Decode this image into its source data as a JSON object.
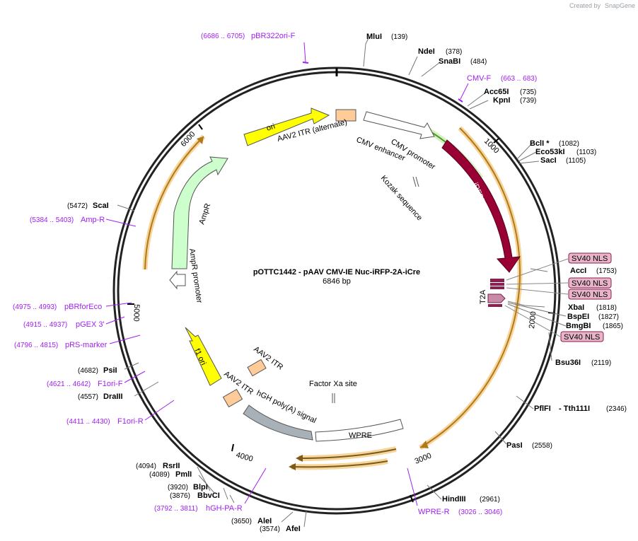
{
  "credit": "Created by",
  "credit_brand": "SnapGene",
  "plasmid": {
    "name": "pOTTC1442 - pAAV CMV-IE Nuc-iRFP-2A-iCre",
    "length": "6846 bp",
    "total_bp": 6846
  },
  "ticks": [
    {
      "label": "1000",
      "bp": 1000
    },
    {
      "label": "2000",
      "bp": 2000
    },
    {
      "label": "3000",
      "bp": 3000
    },
    {
      "label": "4000",
      "bp": 4000
    },
    {
      "label": "5000",
      "bp": 5000
    },
    {
      "label": "6000",
      "bp": 6000
    }
  ],
  "enzymes": [
    {
      "name": "MluI",
      "pos": "(139)"
    },
    {
      "name": "NdeI",
      "pos": "(378)"
    },
    {
      "name": "SnaBI",
      "pos": "(484)"
    },
    {
      "name": "Acc65I",
      "pos": "(735)"
    },
    {
      "name": "KpnI",
      "pos": "(739)"
    },
    {
      "name": "BclI *",
      "pos": "(1082)"
    },
    {
      "name": "Eco53kI",
      "pos": "(1103)"
    },
    {
      "name": "SacI",
      "pos": "(1105)"
    },
    {
      "name": "AccI",
      "pos": "(1753)"
    },
    {
      "name": "XbaI",
      "pos": "(1818)"
    },
    {
      "name": "BspEI",
      "pos": "(1827)"
    },
    {
      "name": "BmgBI",
      "pos": "(1865)"
    },
    {
      "name": "Bsu36I",
      "pos": "(2119)"
    },
    {
      "name": "PflFI",
      "pos": ""
    },
    {
      "name": "- Tth111I",
      "pos": "(2346)"
    },
    {
      "name": "PasI",
      "pos": "(2558)"
    },
    {
      "name": "HindIII",
      "pos": "(2961)"
    },
    {
      "name": "AfeI",
      "pos": "(3574)"
    },
    {
      "name": "AleI",
      "pos": "(3650)"
    },
    {
      "name": "BbvCI",
      "pos": "(3876)"
    },
    {
      "name": "BlpI",
      "pos": "(3920)"
    },
    {
      "name": "PmlI",
      "pos": "(4089)"
    },
    {
      "name": "RsrII",
      "pos": "(4094)"
    },
    {
      "name": "DraIII",
      "pos": "(4557)"
    },
    {
      "name": "PsiI",
      "pos": "(4682)"
    },
    {
      "name": "ScaI",
      "pos": "(5472)"
    }
  ],
  "primers": [
    {
      "name": "pBR322ori-F",
      "range": "(6686 .. 6705)"
    },
    {
      "name": "CMV-F",
      "range": "(663 .. 683)"
    },
    {
      "name": "Amp-R",
      "range": "(5384 .. 5403)"
    },
    {
      "name": "pBRforEco",
      "range": "(4975 .. 4993)"
    },
    {
      "name": "pGEX 3'",
      "range": "(4915 .. 4937)"
    },
    {
      "name": "pRS-marker",
      "range": "(4796 .. 4815)"
    },
    {
      "name": "F1ori-F",
      "range": "(4621 .. 4642)"
    },
    {
      "name": "F1ori-R",
      "range": "(4411 .. 4430)"
    },
    {
      "name": "hGH-PA-R",
      "range": "(3792 .. 3811)"
    },
    {
      "name": "WPRE-R",
      "range": "(3026 .. 3046)"
    }
  ],
  "nls_labels": [
    "SV40 NLS",
    "SV40 NLS",
    "SV40 NLS",
    "SV40 NLS"
  ],
  "features": {
    "ori": "ori",
    "aav2_itr_alt": "AAV2 ITR (alternate)",
    "cmv_enhancer": "CMV enhancer",
    "cmv_promoter": "CMV promoter",
    "irfp": "iRFP713",
    "kozak": "Kozak sequence",
    "t2a": "T2A",
    "ampr": "AmpR",
    "ampr_promoter": "AmpR promoter",
    "f1_ori": "f1 ori",
    "aav2_itr_1": "AAV2 ITR",
    "aav2_itr_2": "AAV2 ITR",
    "hgh": "hGH poly(A) signal",
    "factor_xa": "Factor Xa site",
    "wpre": "WPRE"
  },
  "colors": {
    "backbone": "#222222",
    "primer": "#a020f0",
    "ori": "#ffff00",
    "irfp": "#990033",
    "ampr": "#ccffcc",
    "itr": "#ffcc99",
    "hgh": "#a8b0b8",
    "orf_arc": "#d9a441",
    "nls": "#e8b4c8",
    "credit": "#9aa0a6"
  }
}
